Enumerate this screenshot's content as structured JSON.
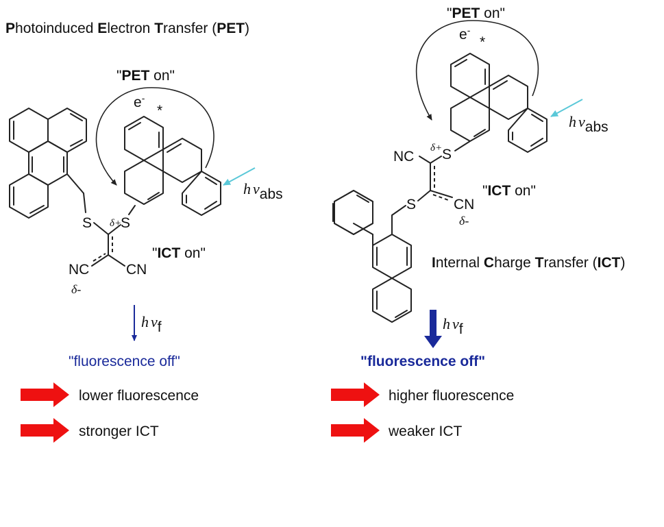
{
  "left": {
    "title": {
      "p1": "P",
      "p2": "hotoinduced ",
      "p3": "E",
      "p4": "lectron ",
      "p5": "T",
      "p6": "ransfer (",
      "p7": "PET",
      "p8": ")"
    },
    "pet_label": {
      "open": "\"",
      "bold": "PET",
      "rest": " on\""
    },
    "ict_label": {
      "open": "\"",
      "bold": "ICT",
      "rest": " on\""
    },
    "electron": "e",
    "electron_sup": "-",
    "star": "*",
    "delta_plus": "δ+",
    "delta_minus": "δ-",
    "s1": "S",
    "s2": "S",
    "nc": "NC",
    "cn": "CN",
    "hv_abs": {
      "h": "h",
      "nu": "ν",
      "sub": "abs"
    },
    "hv_f": {
      "h": "h",
      "nu": "ν",
      "sub": "f"
    },
    "fluor": "\"fluorescence off\"",
    "arrows": [
      "lower fluorescence",
      "stronger ICT"
    ]
  },
  "right": {
    "pet_label": {
      "open": "\"",
      "bold": "PET",
      "rest": " on\""
    },
    "ict_label": {
      "open": "\"",
      "bold": "ICT",
      "rest": " on\""
    },
    "title": {
      "p1": "I",
      "p2": "nternal ",
      "p3": "C",
      "p4": "harge ",
      "p5": "T",
      "p6": "ransfer (",
      "p7": "ICT",
      "p8": ")"
    },
    "electron": "e",
    "electron_sup": "-",
    "star": "*",
    "delta_plus": "δ+",
    "delta_minus": "δ-",
    "s1": "S",
    "s2": "S",
    "nc": "NC",
    "cn": "CN",
    "hv_abs": {
      "h": "h",
      "nu": "ν",
      "sub": "abs"
    },
    "hv_f": {
      "h": "h",
      "nu": "ν",
      "sub": "f"
    },
    "fluor": "\"fluorescence off\"",
    "arrows": [
      "higher fluorescence",
      "weaker ICT"
    ]
  },
  "colors": {
    "cyan": "#5ac8d8",
    "navy": "#1a2a9a",
    "red": "#ee1111",
    "ink": "#222222"
  }
}
